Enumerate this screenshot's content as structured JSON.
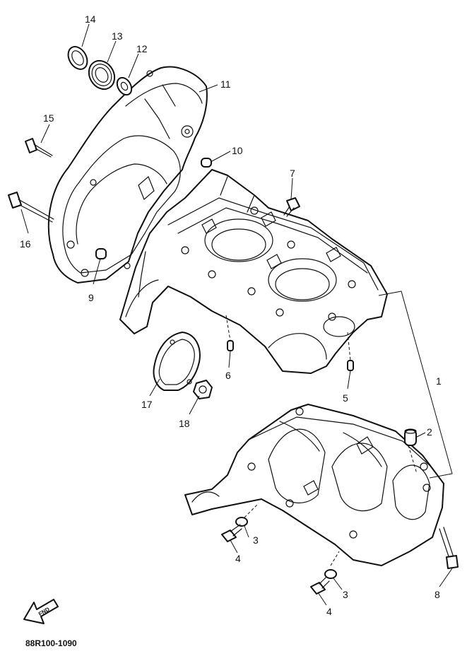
{
  "diagram": {
    "reference_code": "88R100-1090",
    "find_arrow_label": "FND",
    "callouts": [
      {
        "id": "c1",
        "label": "1"
      },
      {
        "id": "c2",
        "label": "2"
      },
      {
        "id": "c3a",
        "label": "3"
      },
      {
        "id": "c3b",
        "label": "3"
      },
      {
        "id": "c4a",
        "label": "4"
      },
      {
        "id": "c4b",
        "label": "4"
      },
      {
        "id": "c5",
        "label": "5"
      },
      {
        "id": "c6",
        "label": "6"
      },
      {
        "id": "c7",
        "label": "7"
      },
      {
        "id": "c8",
        "label": "8"
      },
      {
        "id": "c9",
        "label": "9"
      },
      {
        "id": "c10",
        "label": "10"
      },
      {
        "id": "c11",
        "label": "11"
      },
      {
        "id": "c12",
        "label": "12"
      },
      {
        "id": "c13",
        "label": "13"
      },
      {
        "id": "c14",
        "label": "14"
      },
      {
        "id": "c15",
        "label": "15"
      },
      {
        "id": "c16",
        "label": "16"
      },
      {
        "id": "c17",
        "label": "17"
      },
      {
        "id": "c18",
        "label": "18"
      }
    ]
  }
}
